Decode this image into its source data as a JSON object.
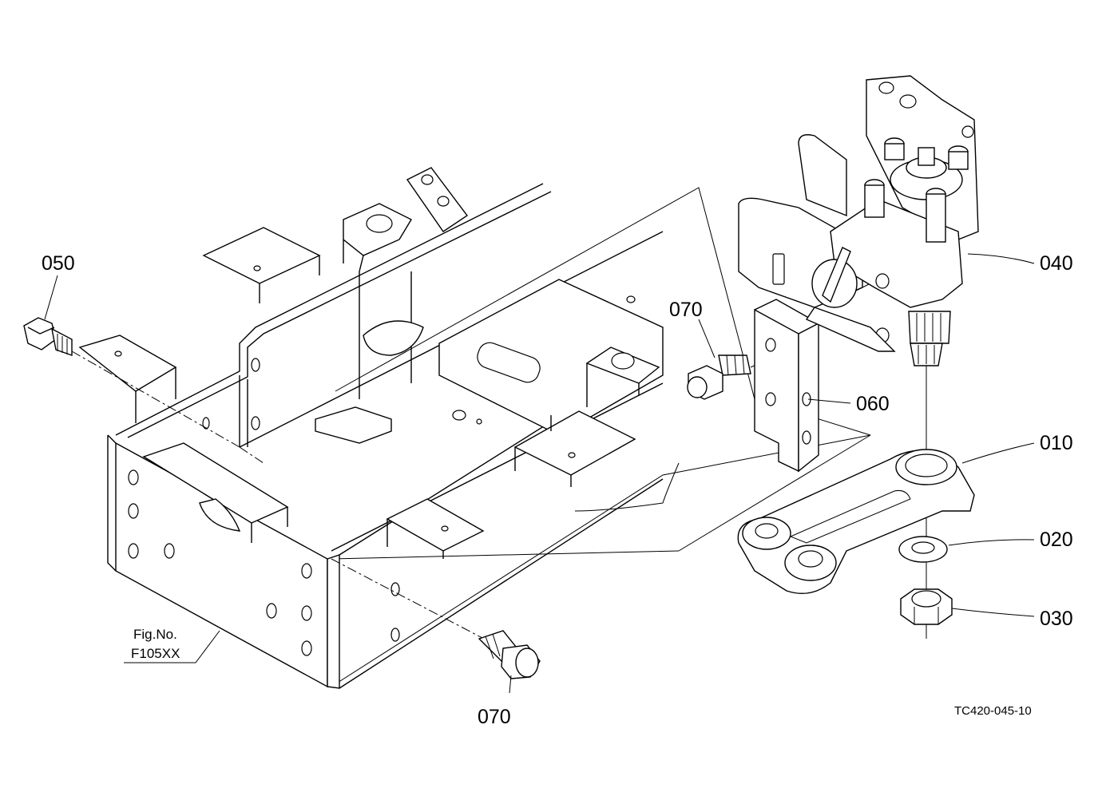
{
  "labels": {
    "p050": "050",
    "p070_upper": "070",
    "p070_lower": "070",
    "p040": "040",
    "p060": "060",
    "p010": "010",
    "p020": "020",
    "p030": "030"
  },
  "figure_ref": {
    "line1": "Fig.No.",
    "line2": "F105XX"
  },
  "diagram_code": "TC420-045-10"
}
